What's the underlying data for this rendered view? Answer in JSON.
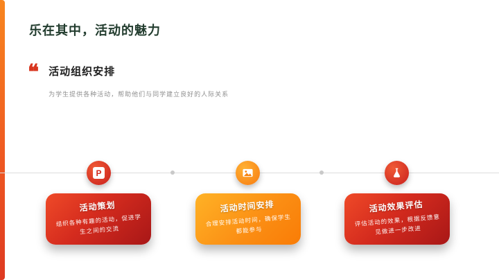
{
  "slide": {
    "title": "乐在其中，活动的魅力",
    "section": {
      "quote_mark": "❝",
      "heading": "活动组织安排",
      "subtitle": "为学生提供各种活动，帮助他们与同学建立良好的人际关系"
    },
    "colors": {
      "accent_red": "#d8361f",
      "card_red_from": "#ef4a28",
      "card_red_to": "#a81717",
      "card_orange_from": "#ffb226",
      "card_orange_to": "#f97c06",
      "title_text": "#223c2e",
      "timeline_gray": "#dcdcdc"
    },
    "timeline": {
      "items": [
        {
          "icon": "powerpoint-icon",
          "icon_letter": "P",
          "title": "活动策划",
          "desc": "组织各种有趣的活动，促进学生之间的交流",
          "theme": "red"
        },
        {
          "icon": "image-icon",
          "title": "活动时间安排",
          "desc": "合理安排活动时间，确保学生都能参与",
          "theme": "orange"
        },
        {
          "icon": "flask-icon",
          "title": "活动效果评估",
          "desc": "评估活动的效果，根据反馈意见做进一步改进",
          "theme": "red"
        }
      ]
    }
  }
}
